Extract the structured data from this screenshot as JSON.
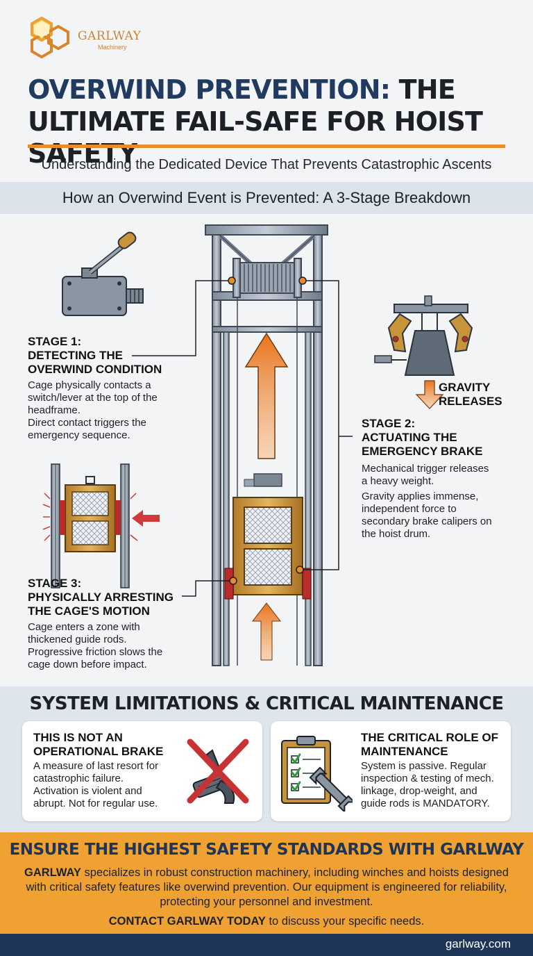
{
  "brand": {
    "name": "GARLWAY",
    "tagline": "Machinery",
    "colors": {
      "navy": "#1f3557",
      "orange": "#e88a2e",
      "gold": "#c8843a",
      "cta": "#efa232"
    }
  },
  "header": {
    "title_accent": "OVERWIND PREVENTION:",
    "title_rest": " THE ULTIMATE FAIL-SAFE FOR HOIST SAFETY",
    "subtitle": "Understanding the Dedicated Device That Prevents Catastrophic Ascents"
  },
  "breakdown": {
    "heading": "How an Overwind Event is Prevented: A 3-Stage Breakdown",
    "gravity_label_1": "GRAVITY",
    "gravity_label_2": "RELEASES",
    "stages": [
      {
        "title_1": "STAGE 1:",
        "title_2": "DETECTING THE",
        "title_3": "OVERWIND CONDITION",
        "lines": [
          "Cage physically contacts a",
          "switch/lever at the top of the",
          "headframe.",
          "Direct contact triggers the",
          "emergency sequence."
        ]
      },
      {
        "title_1": "STAGE 2:",
        "title_2": "ACTUATING THE",
        "title_3": "EMERGENCY BRAKE",
        "lines": [
          "Mechanical trigger releases",
          "a heavy weight.",
          "Gravity applies immense,",
          "independent force to",
          "secondary brake calipers on",
          "the hoist drum."
        ]
      },
      {
        "title_1": "STAGE 3:",
        "title_2": "PHYSICALLY ARRESTING",
        "title_3": "THE CAGE'S MOTION",
        "lines": [
          "Cage enters a zone with",
          "thickened guide rods.",
          "Progressive friction slows the",
          "cage down before impact."
        ]
      }
    ]
  },
  "limitations": {
    "heading": "SYSTEM LIMITATIONS & CRITICAL MAINTENANCE",
    "cards": [
      {
        "title_1": "THIS IS NOT AN",
        "title_2": "OPERATIONAL BRAKE",
        "lines": [
          "A measure of last resort for",
          "catastrophic failure.",
          "Activation is violent and",
          "abrupt. Not for regular use."
        ],
        "icon": "crossed-out-brake-pedal-icon"
      },
      {
        "title_1": "THE CRITICAL ROLE OF",
        "title_2": "MAINTENANCE",
        "lines": [
          "System is passive. Regular",
          "inspection & testing of mech.",
          "linkage, drop-weight, and",
          "guide rods is MANDATORY."
        ],
        "icon": "checklist-wrench-icon"
      }
    ]
  },
  "cta": {
    "heading": "ENSURE THE HIGHEST SAFETY STANDARDS WITH GARLWAY",
    "body_brand": "GARLWAY",
    "body": " specializes in robust construction machinery, including winches and hoists designed with critical safety features like overwind prevention. Our equipment is engineered for reliability, protecting your personnel and investment.",
    "contact_bold": "CONTACT GARLWAY TODAY",
    "contact_rest": " to discuss your specific needs."
  },
  "footer": {
    "url": "garlway.com"
  }
}
